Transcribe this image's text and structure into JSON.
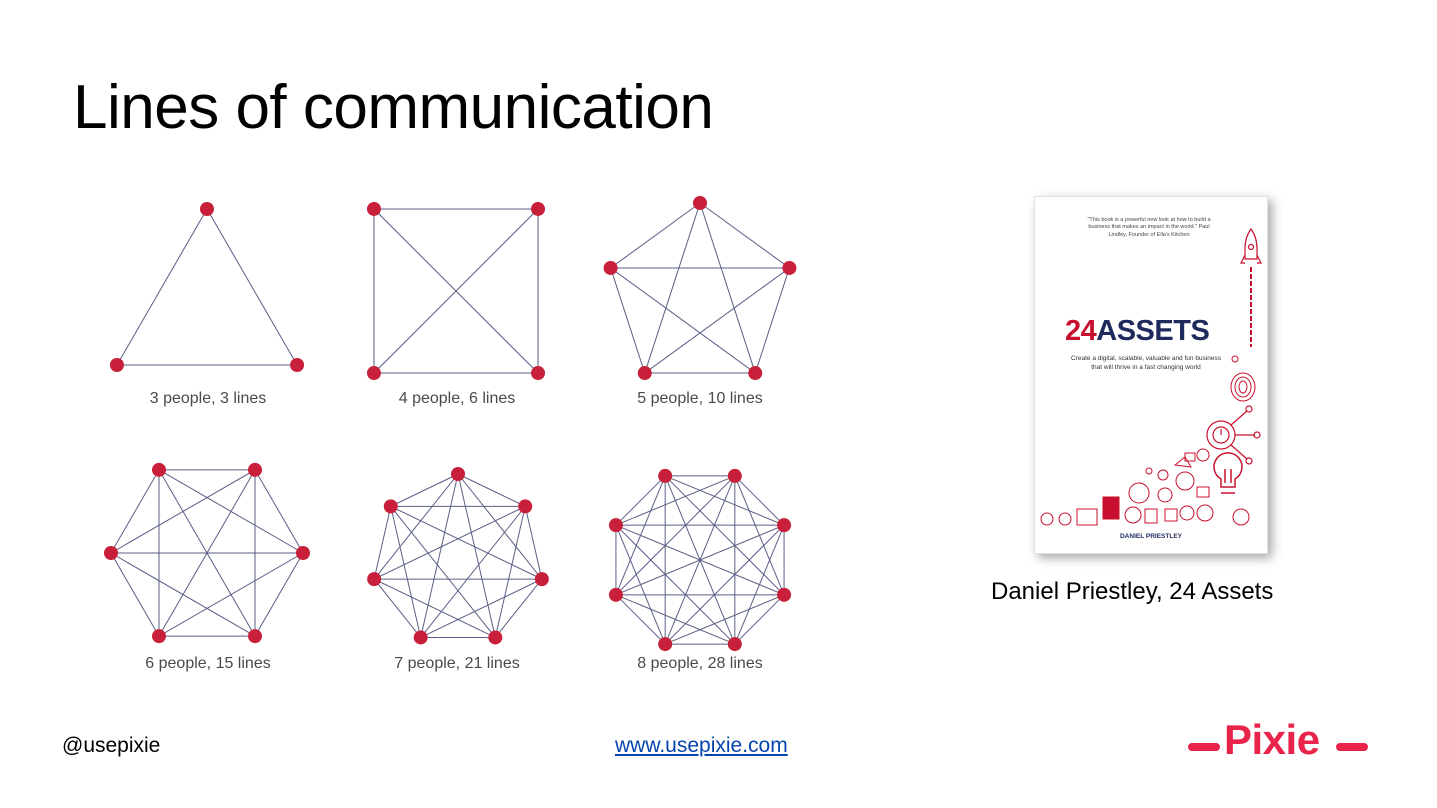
{
  "slide": {
    "title": "Lines of communication"
  },
  "diagrams": [
    {
      "people": 3,
      "lines": 3,
      "caption": "3 people, 3 lines"
    },
    {
      "people": 4,
      "lines": 6,
      "caption": "4 people, 6 lines"
    },
    {
      "people": 5,
      "lines": 10,
      "caption": "5 people, 10 lines"
    },
    {
      "people": 6,
      "lines": 15,
      "caption": "6 people, 15 lines"
    },
    {
      "people": 7,
      "lines": 21,
      "caption": "7 people, 21 lines"
    },
    {
      "people": 8,
      "lines": 28,
      "caption": "8 people, 28 lines"
    }
  ],
  "colors": {
    "node": "#c8203a",
    "edge": "#5a5f85",
    "accent": "#e8244a",
    "link": "#0645ad"
  },
  "book": {
    "quote": "\"This book is a powerful new look at how to build a business that makes an impact in the world.\" Paul Lindley, Founder of Ella's Kitchen",
    "title_number": "24",
    "title_word": "ASSETS",
    "subtitle": "Create a digital, scalable, valuable and fun business that will thrive in a fast changing world",
    "author": "DANIEL PRIESTLEY",
    "caption": "Daniel Priestley, 24 Assets"
  },
  "footer": {
    "handle": "@usepixie",
    "link": "www.usepixie.com",
    "logo_text": "Pixie"
  }
}
